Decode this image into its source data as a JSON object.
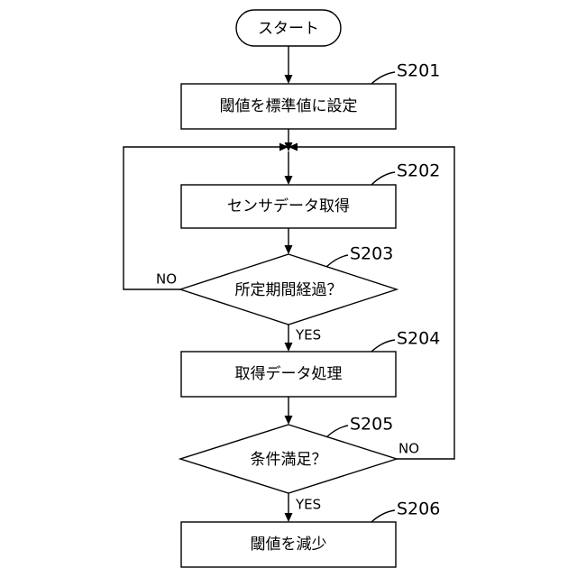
{
  "start": {
    "label": "スタート"
  },
  "steps": [
    {
      "id": "S201",
      "label": "閾値を標準値に設定"
    },
    {
      "id": "S202",
      "label": "センサデータ取得"
    },
    {
      "id": "S203",
      "label": "所定期間経過？"
    },
    {
      "id": "S204",
      "label": "取得データ処理"
    },
    {
      "id": "S205",
      "label": "条件満足？"
    },
    {
      "id": "S206",
      "label": "閾値を減少"
    }
  ],
  "branches": {
    "s203_no": "NO",
    "s203_yes": "YES",
    "s205_no": "NO",
    "s205_yes": "YES"
  }
}
